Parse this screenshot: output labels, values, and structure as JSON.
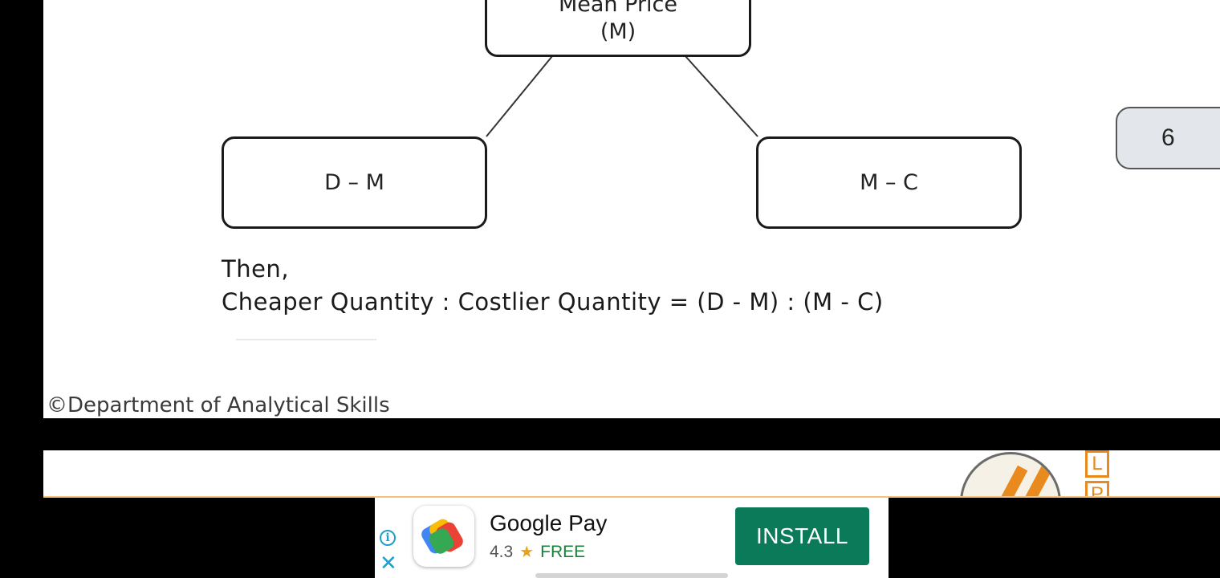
{
  "diagram": {
    "top_node": {
      "line1": "Mean Price",
      "line2": "(M)"
    },
    "left_node": "D – M",
    "right_node": "M – C"
  },
  "text": {
    "then": "Then,",
    "formula": "Cheaper Quantity : Costlier Quantity = (D - M) : (M - C)"
  },
  "copyright": "©Department of Analytical Skills",
  "page_badge": "6",
  "logo": {
    "letters": [
      "L",
      "P"
    ]
  },
  "ad": {
    "app_name": "Google Pay",
    "rating": "4.3",
    "price": "FREE",
    "install_label": "INSTALL",
    "colors": {
      "install": "#0b7a58",
      "info": "#1fa0c9",
      "free": "#188038"
    },
    "icons": [
      "info-icon",
      "close-icon",
      "google-pay-icon",
      "star-icon"
    ]
  }
}
